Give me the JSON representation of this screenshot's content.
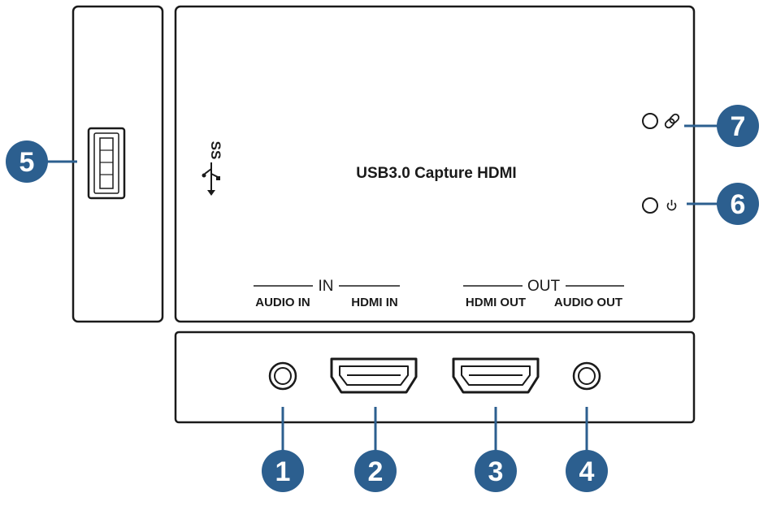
{
  "device": {
    "title": "USB3.0 Capture HDMI",
    "usb_logo": "SS"
  },
  "ports": {
    "in_group": "IN",
    "out_group": "OUT",
    "audio_in": "AUDIO IN",
    "hdmi_in": "HDMI IN",
    "hdmi_out": "HDMI OUT",
    "audio_out": "AUDIO OUT"
  },
  "callouts": {
    "c1": "1",
    "c2": "2",
    "c3": "3",
    "c4": "4",
    "c5": "5",
    "c6": "6",
    "c7": "7"
  },
  "icons": [
    "usb-superspeed-icon",
    "link-icon",
    "power-icon",
    "usb-a-port-icon",
    "hdmi-port-icon",
    "audio-jack-icon"
  ],
  "colors": {
    "callout": "#2c5f8f",
    "outline": "#1a1a1a"
  }
}
